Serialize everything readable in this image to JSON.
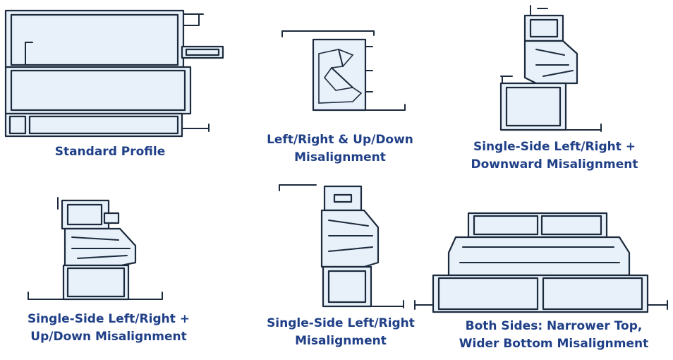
{
  "diagrams": [
    {
      "id": "standard",
      "caption": [
        "Standard Profile"
      ]
    },
    {
      "id": "lr-ud",
      "caption": [
        "Left/Right & Up/Down",
        "Misalignment"
      ]
    },
    {
      "id": "single-down",
      "caption": [
        "Single-Side Left/Right +",
        "Downward Misalignment"
      ]
    },
    {
      "id": "single-ud",
      "caption": [
        "Single-Side Left/Right +",
        "Up/Down Misalignment"
      ]
    },
    {
      "id": "single-lr",
      "caption": [
        "Single-Side Left/Right",
        "Misalignment"
      ]
    },
    {
      "id": "both-sides",
      "caption": [
        "Both Sides: Narrower Top,",
        "Wider Bottom Misalignment"
      ]
    }
  ],
  "colors": {
    "caption": "#1f3f87",
    "stroke": "#1c2a3d",
    "fill": "#e8f1f9"
  }
}
